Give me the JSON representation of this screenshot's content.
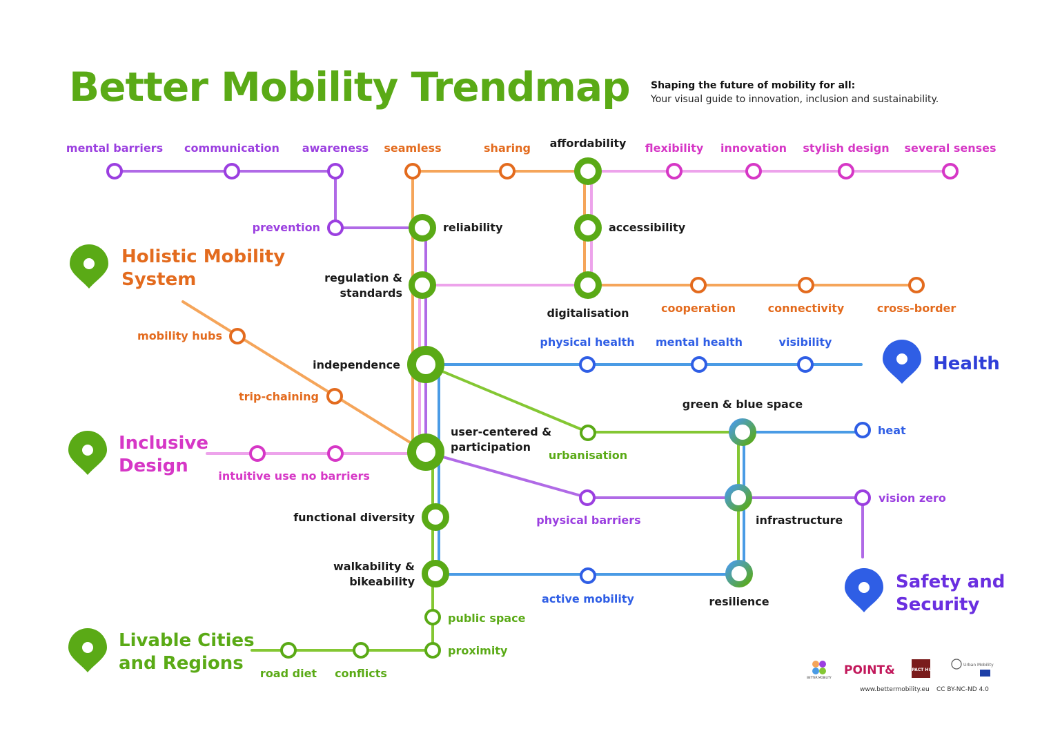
{
  "header": {
    "title": "Better Mobility Trendmap",
    "subtitle_bold": "Shaping the future of mobility for all:",
    "subtitle": "Your visual guide to innovation, inclusion and sustainability."
  },
  "colors": {
    "purple": "#9b3fe0",
    "purple_light": "#c07de8",
    "orange": "#f5a55a",
    "orange_dark": "#e36b1e",
    "pink": "#eda3eb",
    "pink_dark": "#d637c6",
    "green": "#5aaa16",
    "green_light": "#84c733",
    "blue": "#4a9be5",
    "blue_dark": "#2f5ee5",
    "title_green": "#5aaa16"
  },
  "categories": {
    "holistic": "Holistic Mobility\nSystem",
    "inclusive": "Inclusive\nDesign",
    "livable": "Livable Cities\nand Regions",
    "health": "Health",
    "safety": "Safety and\nSecurity"
  },
  "stations": {
    "mental_barriers": "mental barriers",
    "communication": "communication",
    "awareness": "awareness",
    "seamless": "seamless",
    "sharing": "sharing",
    "affordability": "affordability",
    "flexibility": "flexibility",
    "innovation": "innovation",
    "stylish_design": "stylish design",
    "several_senses": "several senses",
    "prevention": "prevention",
    "reliability": "reliability",
    "accessibility": "accessibility",
    "regulation": "regulation &\nstandards",
    "digitalisation": "digitalisation",
    "cooperation": "cooperation",
    "connectivity": "connectivity",
    "cross_border": "cross-border",
    "mobility_hubs": "mobility hubs",
    "independence": "independence",
    "physical_health": "physical health",
    "mental_health": "mental health",
    "visibility": "visibility",
    "trip_chaining": "trip-chaining",
    "green_blue": "green & blue space",
    "heat": "heat",
    "urbanisation": "urbanisation",
    "user_centered": "user-centered &\nparticipation",
    "intuitive_use": "intuitive use",
    "no_barriers": "no barriers",
    "physical_barriers": "physical barriers",
    "infrastructure": "infrastructure",
    "vision_zero": "vision zero",
    "functional_diversity": "functional diversity",
    "walkability": "walkability &\nbikeability",
    "active_mobility": "active mobility",
    "resilience": "resilience",
    "public_space": "public space",
    "proximity": "proximity",
    "road_diet": "road diet",
    "conflicts": "conflicts"
  },
  "footer": {
    "url": "www.bettermobility.eu",
    "license": "CC BY-NC-ND 4.0",
    "logo_better": "BETTER MOBILITY",
    "logo_point": "POINT&",
    "logo_hub": "IMPACT HUB",
    "logo_eit": "Urban Mobility"
  }
}
